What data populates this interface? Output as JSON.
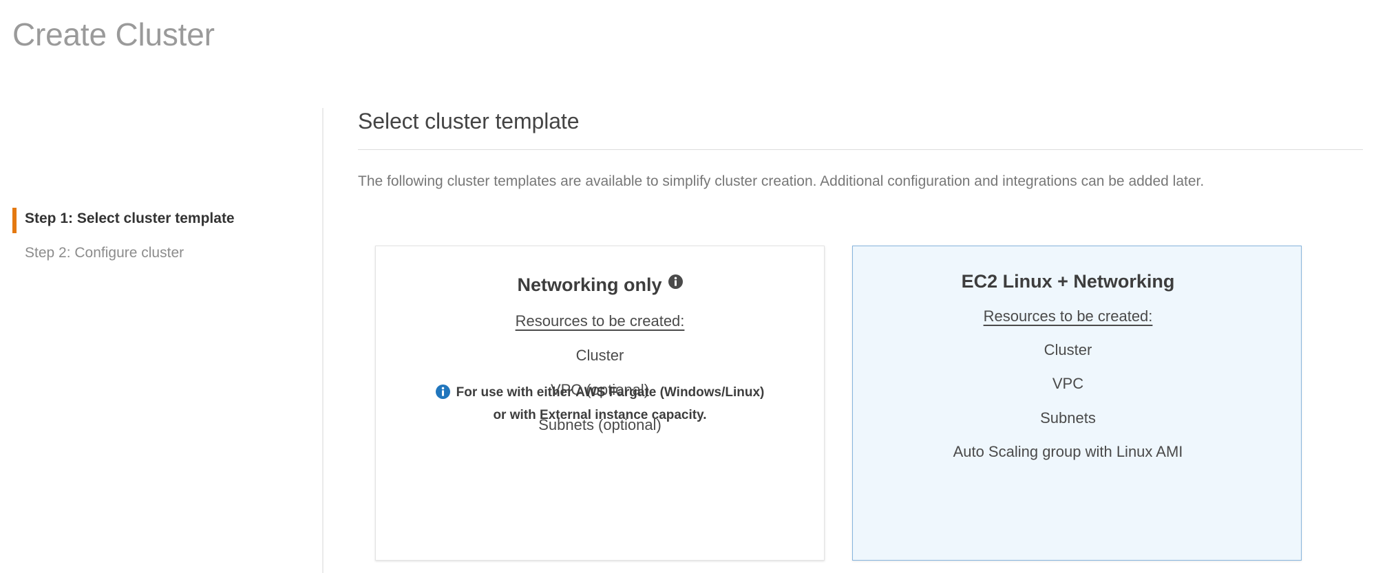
{
  "page": {
    "title": "Create Cluster"
  },
  "wizard": {
    "steps": [
      {
        "label": "Step 1: Select cluster template",
        "state": "active"
      },
      {
        "label": "Step 2: Configure cluster",
        "state": "inactive"
      }
    ],
    "accent_color": "#e47911"
  },
  "main": {
    "heading": "Select cluster template",
    "description": "The following cluster templates are available to simplify cluster creation. Additional configuration and integrations can be added later.",
    "templates": [
      {
        "title": "Networking only",
        "has_info_icon": true,
        "info_icon_name": "info-icon",
        "resources_label": "Resources to be created:",
        "resources": [
          "Cluster",
          "VPC (optional)",
          "Subnets (optional)"
        ],
        "footnote_icon_name": "info-icon-blue",
        "footnote_line_1": "For use with either AWS Fargate (Windows/Linux)",
        "footnote_line_2": "or with External instance capacity.",
        "selected": false
      },
      {
        "title": "EC2 Linux + Networking",
        "has_info_icon": false,
        "resources_label": "Resources to be created:",
        "resources": [
          "Cluster",
          "VPC",
          "Subnets",
          "Auto Scaling group with Linux AMI"
        ],
        "selected": true
      }
    ]
  },
  "colors": {
    "accent_orange": "#e47911",
    "selected_card_bg": "#eff7fd",
    "selected_card_border": "#86b4dd",
    "info_blue": "#2176bd",
    "info_gray": "#4a4a4a",
    "title_gray": "#9a9a9a"
  }
}
